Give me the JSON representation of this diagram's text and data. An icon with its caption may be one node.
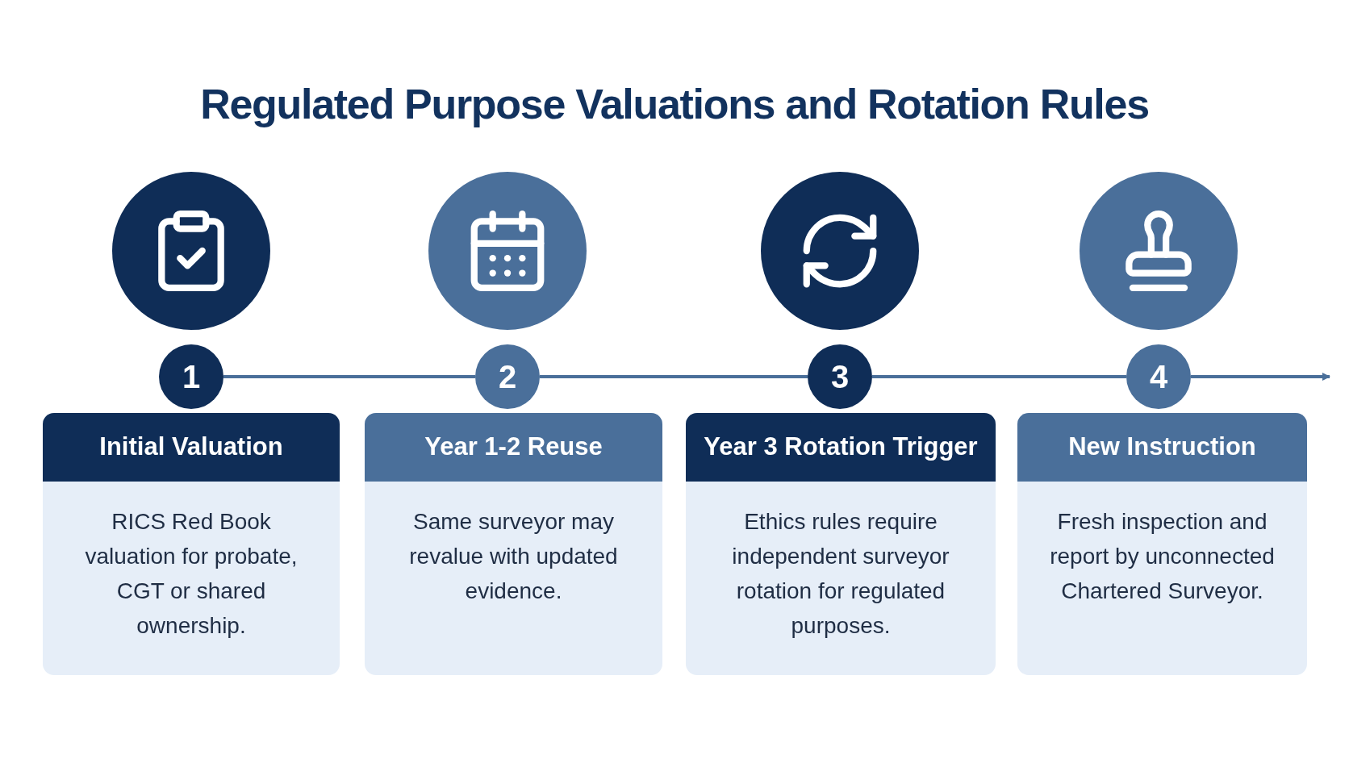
{
  "diagram": {
    "title": "Regulated Purpose Valuations and Rotation Rules",
    "nodes": [
      {
        "text": [
          "1"
        ]
      },
      {
        "text": [
          "2"
        ]
      },
      {
        "text": [
          "3"
        ]
      },
      {
        "text": [
          "4"
        ]
      },
      {
        "text": [
          "Initial Valuation",
          "RICS Red Book valuation for probate, CGT or shared ownership."
        ]
      },
      {
        "text": [
          "Year 1-2 Reuse",
          "Same surveyor may revalue with updated evidence."
        ]
      },
      {
        "text": [
          "Year 3 Rotation Trigger",
          "Ethics rules require independent surveyor rotation for regulated purposes."
        ]
      },
      {
        "text": [
          "New Instruction",
          "Fresh inspection and report by unconnected Chartered Surveyor."
        ]
      }
    ],
    "edges": [
      {
        "from": 0,
        "to": 1,
        "arrow": "none"
      },
      {
        "from": 1,
        "to": 2,
        "arrow": "none"
      },
      {
        "from": 2,
        "to": 3,
        "arrow": "none"
      },
      {
        "from": 3,
        "to": null,
        "arrow": "to"
      }
    ]
  }
}
